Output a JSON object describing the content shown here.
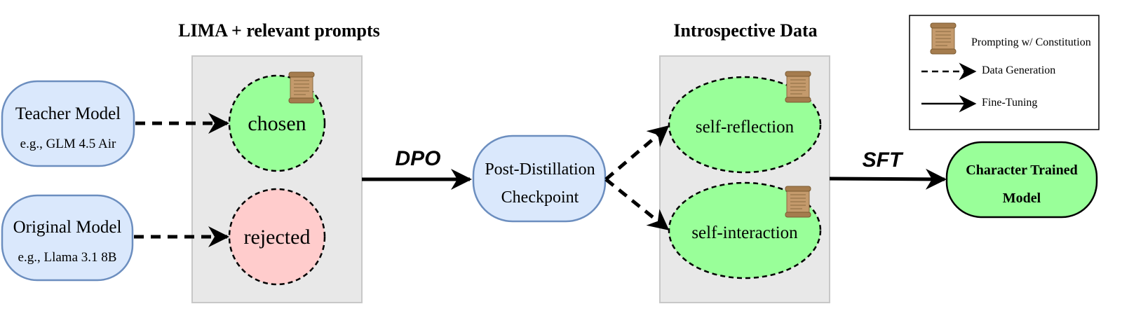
{
  "panels": {
    "left_title": "LIMA + relevant prompts",
    "right_title": "Introspective Data"
  },
  "models": {
    "teacher": {
      "name": "Teacher Model",
      "example": "e.g., GLM 4.5 Air"
    },
    "original": {
      "name": "Original Model",
      "example": "e.g., Llama 3.1 8B"
    },
    "checkpoint": {
      "line1": "Post-Distillation",
      "line2": "Checkpoint"
    },
    "final": {
      "line1": "Character Trained",
      "line2": "Model"
    }
  },
  "data_nodes": {
    "chosen": "chosen",
    "rejected": "rejected",
    "self_reflection": "self-reflection",
    "self_interaction": "self-interaction"
  },
  "edges": {
    "dpo": "DPO",
    "sft": "SFT"
  },
  "legend": {
    "constitution": "Prompting w/ Constitution",
    "data_generation": "Data Generation",
    "fine_tuning": "Fine-Tuning"
  },
  "colors": {
    "model_fill": "#dae8fc",
    "model_stroke": "#6c8ebf",
    "chosen_fill": "#99ff99",
    "rejected_fill": "#ffcccc",
    "panel_fill": "#e8e8e8",
    "panel_stroke": "#c8c8c8",
    "final_fill": "#99ff99"
  }
}
